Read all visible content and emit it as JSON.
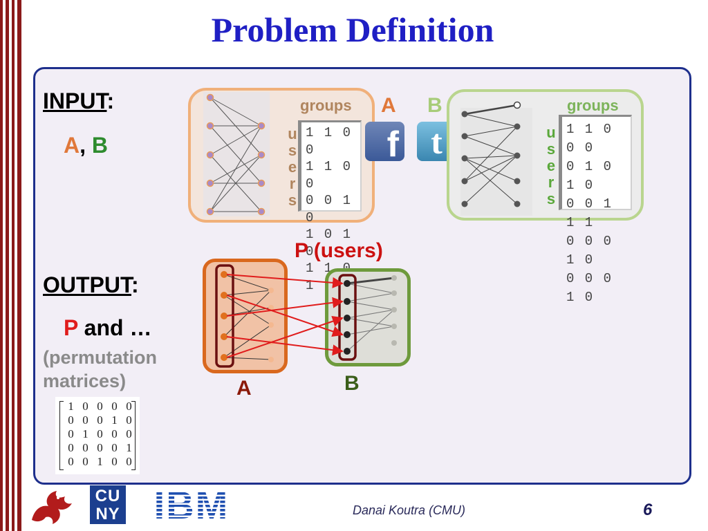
{
  "title": "Problem Definition",
  "input": {
    "heading": "INPUT",
    "colon": ":",
    "a": "A",
    "comma": ",",
    "b": "B"
  },
  "output": {
    "heading": "OUTPUT",
    "colon": ":",
    "p": "P",
    "and": " and …",
    "perm_line1": "(permutation",
    "perm_line2": "matrices)"
  },
  "graph_a": {
    "groups": "groups",
    "users_letters": [
      "u",
      "s",
      "e",
      "r",
      "s"
    ],
    "matrix": [
      "1 1 0 0",
      "1 1 0 0",
      "0 0 1 0",
      "1 0 1 0",
      "1 1 0 1"
    ],
    "label": "A"
  },
  "graph_b": {
    "groups": "groups",
    "users_letters": [
      "u",
      "s",
      "e",
      "r",
      "s"
    ],
    "matrix": [
      "1 1 0 0 0",
      "0 1 0 1 0",
      "0 0 1 1 1",
      "0 0 0 1 0",
      "0 0 0 1 0"
    ],
    "label": "B"
  },
  "icons": {
    "facebook": "facebook-icon",
    "twitter": "twitter-icon",
    "fb_glyph": "f",
    "tw_glyph": "t"
  },
  "p_users": "P (users)",
  "bottom_a": "A",
  "bottom_b": "B",
  "perm_matrix": [
    [
      "1",
      "0",
      "0",
      "0",
      "0"
    ],
    [
      "0",
      "0",
      "0",
      "1",
      "0"
    ],
    [
      "0",
      "1",
      "0",
      "0",
      "0"
    ],
    [
      "0",
      "0",
      "0",
      "0",
      "1"
    ],
    [
      "0",
      "0",
      "1",
      "0",
      "0"
    ]
  ],
  "logos": {
    "cuny_top": "CU",
    "cuny_bottom": "NY",
    "ibm": "IBM"
  },
  "footer": "Danai Koutra (CMU)",
  "page_number": "6",
  "colors": {
    "title": "#1f1fc4",
    "frame": "#1e2f8c",
    "stripe": "#8b1a1a",
    "a_orange": "#e0783a",
    "b_green": "#2e8b2e",
    "p_red": "#e01c1c"
  }
}
